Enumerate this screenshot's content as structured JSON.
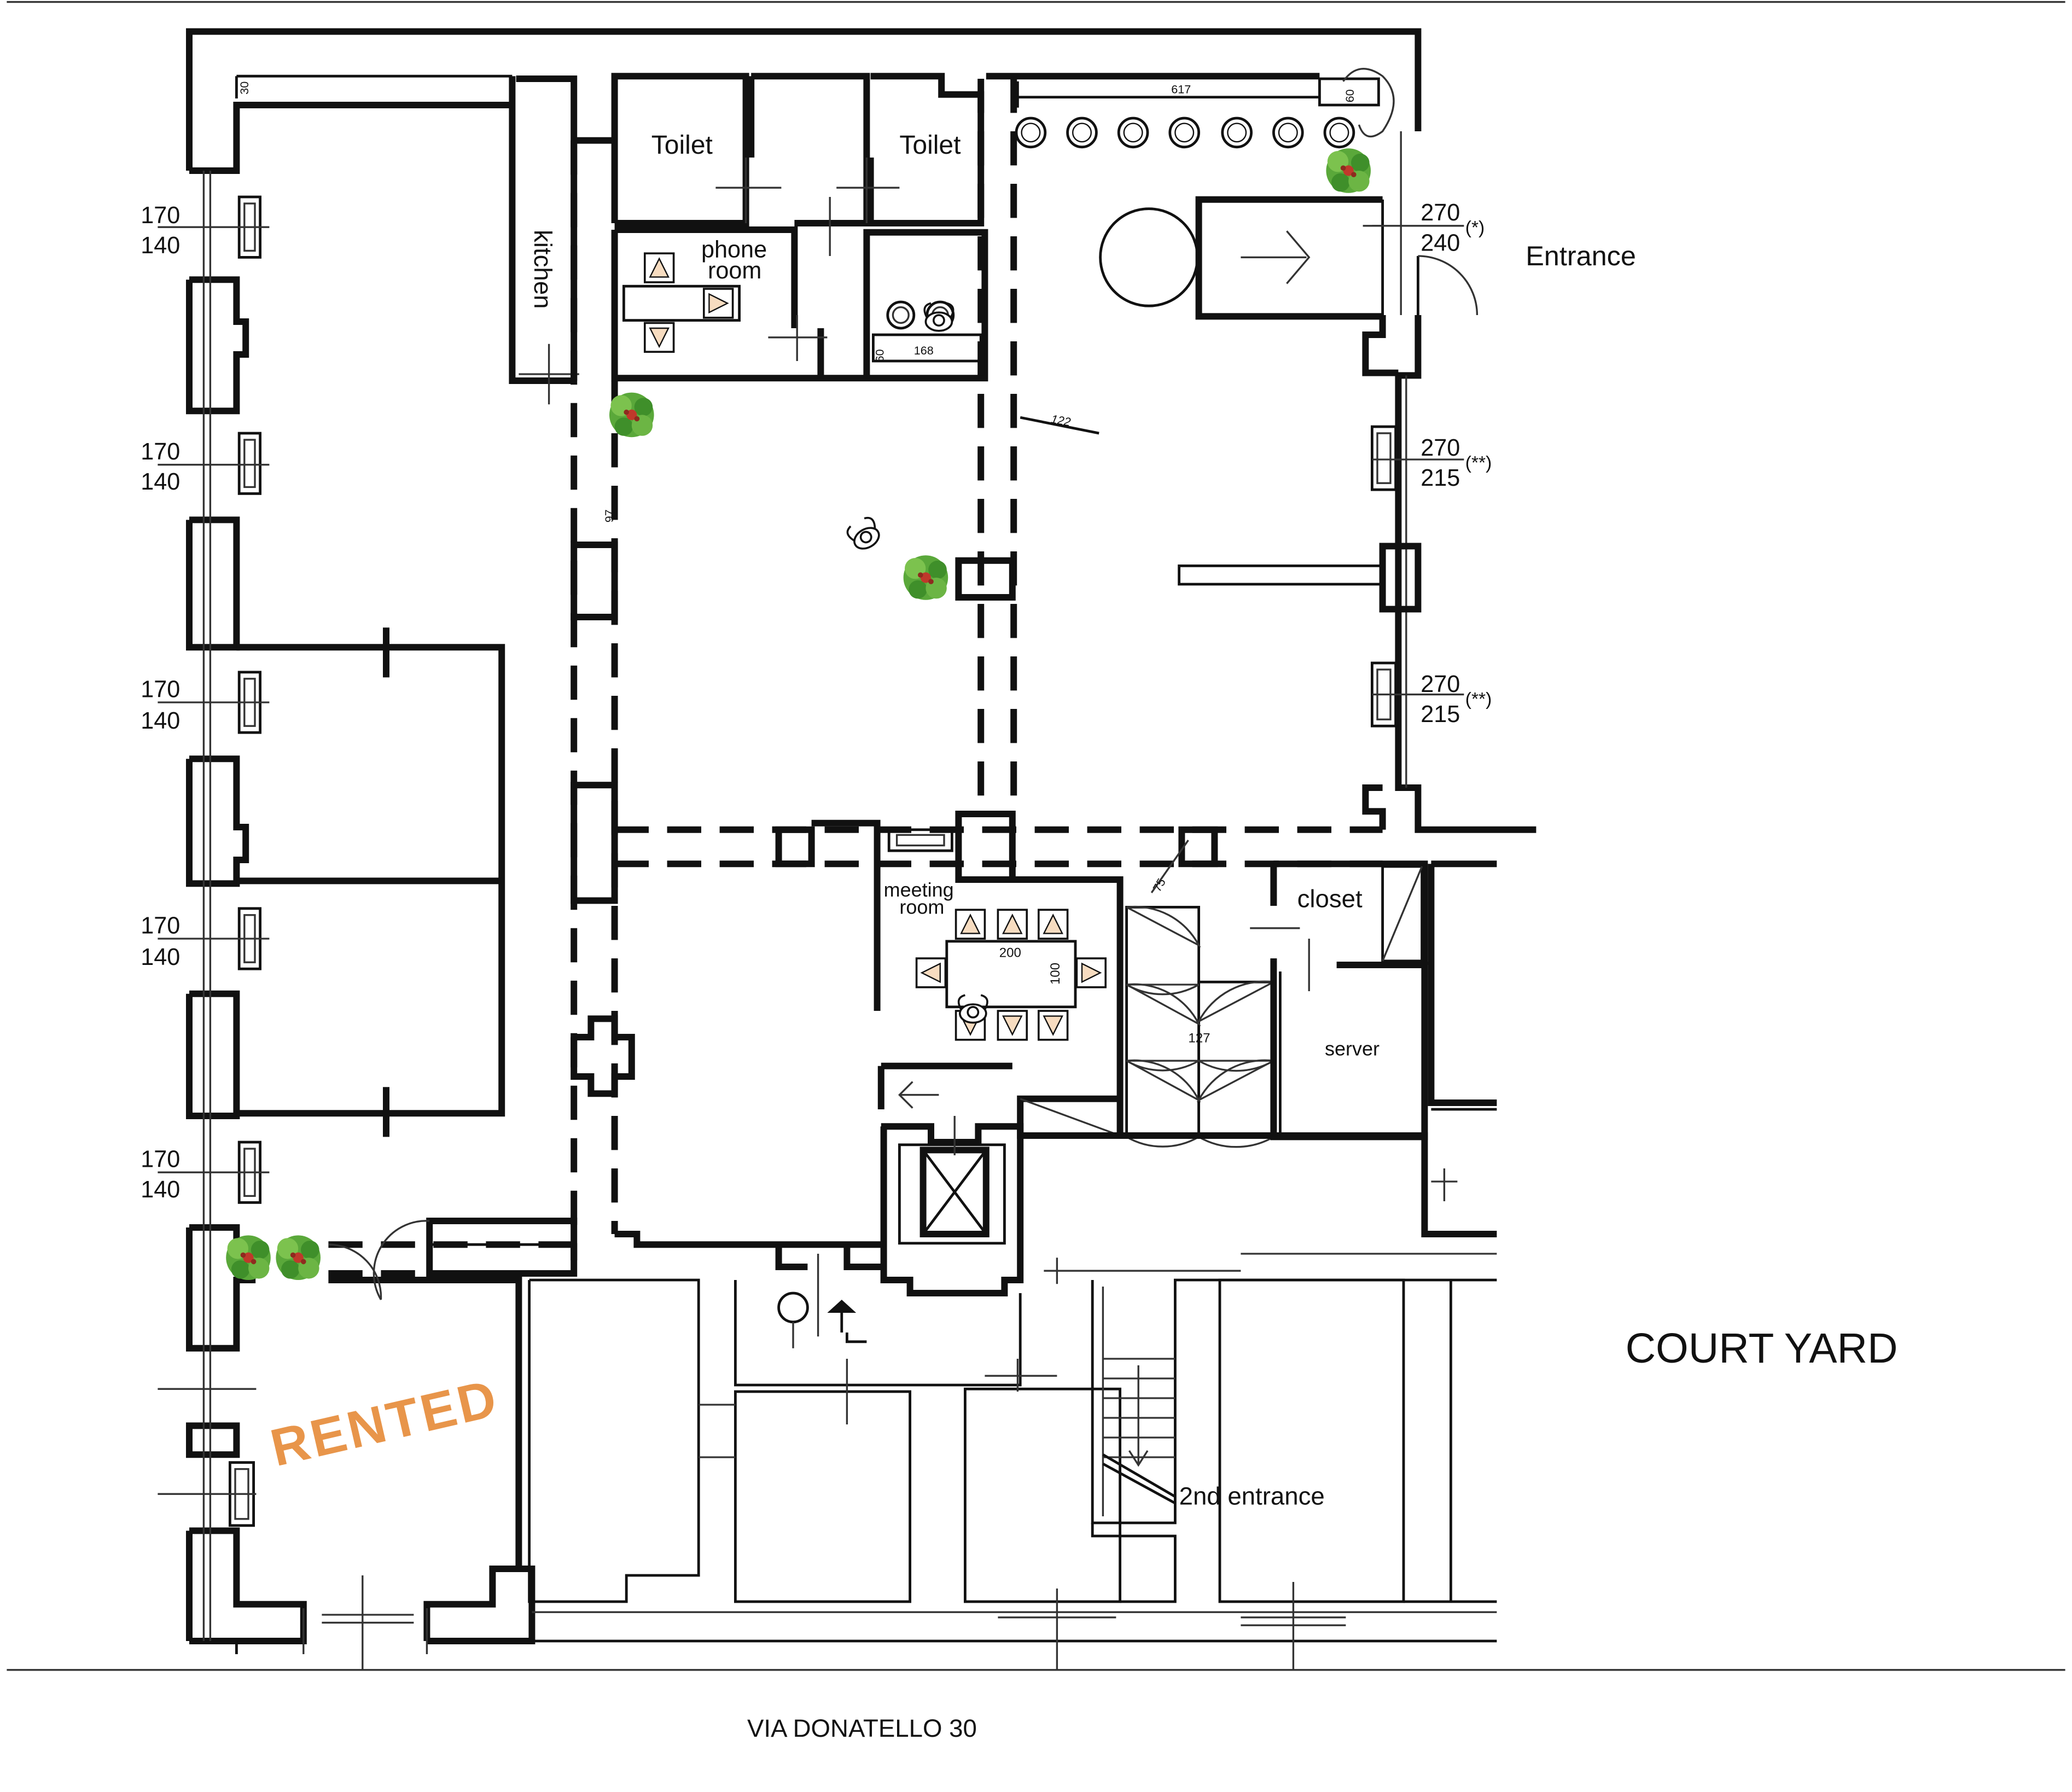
{
  "rooms": {
    "toilet_1": "Toilet",
    "toilet_2": "Toilet",
    "kitchen": "kitchen",
    "phone_room_line1": "phone",
    "phone_room_line2": "room",
    "meeting_room_line1": "meeting",
    "meeting_room_line2": "room",
    "closet": "closet",
    "server": "server"
  },
  "labels": {
    "entrance": "Entrance",
    "second_entrance": "2nd entrance",
    "court_yard": "COURT YARD",
    "street": "VIA DONATELLO 30",
    "rented_stamp": "RENTED"
  },
  "left_windows": [
    {
      "width": "170",
      "height": "140"
    },
    {
      "width": "170",
      "height": "140"
    },
    {
      "width": "170",
      "height": "140"
    },
    {
      "width": "170",
      "height": "140"
    },
    {
      "width": "170",
      "height": "140"
    }
  ],
  "right_windows": [
    {
      "width": "270",
      "height": "240",
      "note": "(*)"
    },
    {
      "width": "270",
      "height": "215",
      "note": "(**)"
    },
    {
      "width": "270",
      "height": "215",
      "note": "(**)"
    }
  ],
  "dimensions": {
    "d30": "30",
    "d617": "617",
    "d60_top": "60",
    "d122": "122",
    "d97": "97",
    "d60_small": "60",
    "d168": "168",
    "d200": "200",
    "d100": "100",
    "d75": "75",
    "d127": "127"
  },
  "colors": {
    "wall": "#111111",
    "rented_stamp": "#e8954a",
    "plant_green": "#5aa83a",
    "plant_dark": "#2f7a1f",
    "chair_fill": "#f7dcc0"
  },
  "icons": [
    "plant-icon",
    "chair-icon",
    "person-icon",
    "door-arc-icon",
    "elevator-icon"
  ]
}
